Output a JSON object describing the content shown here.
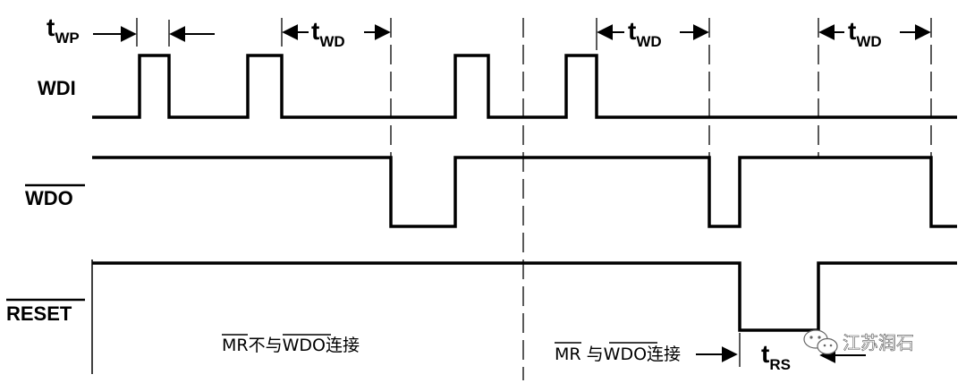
{
  "signals": {
    "wdi": "WDI",
    "wdo": "WDO",
    "reset": "RESET"
  },
  "timing_labels": {
    "twp": {
      "main": "t",
      "sub": "WP"
    },
    "twd_1": {
      "main": "t",
      "sub": "WD"
    },
    "twd_2": {
      "main": "t",
      "sub": "WD"
    },
    "twd_3": {
      "main": "t",
      "sub": "WD"
    },
    "trs": {
      "main": "t",
      "sub": "RS"
    }
  },
  "annotations": {
    "left_note": {
      "mr": "MR",
      "mid": "不与",
      "wdo": "WDO",
      "end": "连接"
    },
    "right_note": {
      "mr": "MR",
      "mid": " 与",
      "wdo": "WDO",
      "end": "连接"
    }
  },
  "watermark": {
    "text": "江苏润石",
    "icon": "wechat-icon"
  },
  "colors": {
    "line": "#000000",
    "background": "#ffffff"
  }
}
